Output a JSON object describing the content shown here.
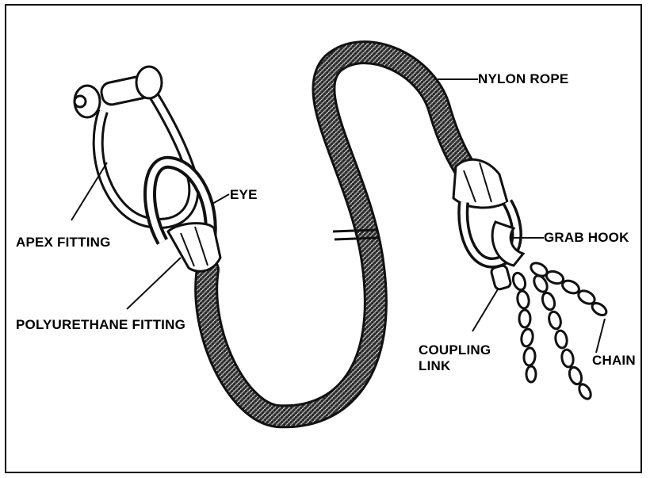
{
  "colors": {
    "ink": "#111111",
    "rope_dark": "#2a2a2a",
    "rope_light": "#d9d9d9",
    "background": "#ffffff"
  },
  "labels": {
    "nylon_rope": "NYLON ROPE",
    "eye": "EYE",
    "apex_fitting": "APEX FITTING",
    "grab_hook": "GRAB HOOK",
    "polyurethane_fitting": "POLYURETHANE FITTING",
    "coupling_link": "COUPLING\nLINK",
    "chain": "CHAIN"
  }
}
